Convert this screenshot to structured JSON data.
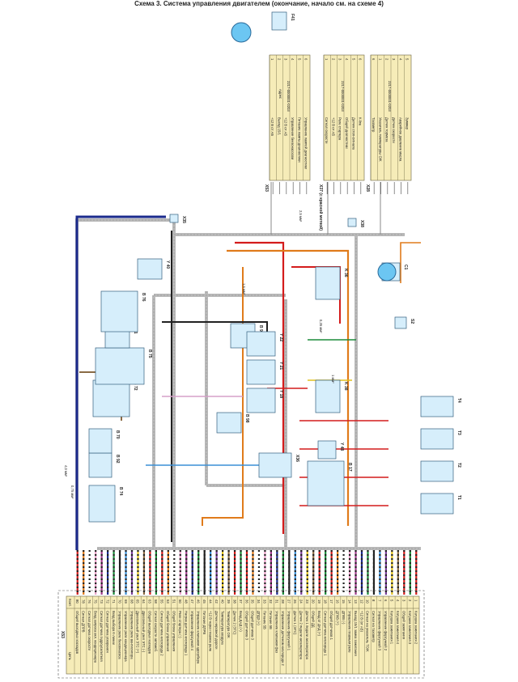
{
  "title": "Схема 3. Система управления двигателем (окончание, начало см. на схеме 4)",
  "ecu_connector": {
    "name": "X53",
    "header_circuit": "Цепь",
    "header_pin": "Конт.",
    "pins": [
      {
        "pin": "80",
        "label": "Общий выходных каскадов"
      },
      {
        "pin": "78",
        "label": "Сигнал ДПРВ"
      },
      {
        "pin": "76",
        "label": "Сигнал датчика скорости"
      },
      {
        "pin": "75",
        "label": "Вход запроса вкл. кондиционера"
      },
      {
        "pin": "73",
        "label": "Сигнал датчика гидроусилителя"
      },
      {
        "pin": "72",
        "label": "Сигнал датчика ускорения"
      },
      {
        "pin": "71",
        "label": "Вход выбора К-линии"
      },
      {
        "pin": "70",
        "label": "Управление реле бензонасоса"
      },
      {
        "pin": "69",
        "label": "Управление реле кондиционера"
      },
      {
        "pin": "68",
        "label": "Управление реле вентилятора"
      },
      {
        "pin": "65",
        "label": "Дроссельный узел ЭТС (+)"
      },
      {
        "pin": "64",
        "label": "Дроссельный узел ЭТС (-)"
      },
      {
        "pin": "63",
        "label": "Общий выходных каскадов"
      },
      {
        "pin": "58",
        "label": "Сигнал скорости автомоб."
      },
      {
        "pin": "55",
        "label": "Сигнал датчика кислорода 2"
      },
      {
        "pin": "53",
        "label": "Общий блока управления"
      },
      {
        "pin": "51",
        "label": "Общий блока управления"
      },
      {
        "pin": "50",
        "label": "Реле стартера (-)"
      },
      {
        "pin": "48",
        "label": "Нагрев датчика кислорода 1"
      },
      {
        "pin": "47",
        "label": "Управление форсункой 4"
      },
      {
        "pin": "46",
        "label": "Управление клапаном адсорбера"
      },
      {
        "pin": "45",
        "label": "Питание ДПРВ"
      },
      {
        "pin": "44",
        "label": "+12 В через главное реле"
      },
      {
        "pin": "42",
        "label": "Датчик неровной дороги"
      },
      {
        "pin": "40",
        "label": "Температура воздуха"
      },
      {
        "pin": "39",
        "label": "Температура ОЖ"
      },
      {
        "pin": "38",
        "label": "Датчик 2 (ЭТС)"
      },
      {
        "pin": "37",
        "label": "Вход ДАД (+)"
      },
      {
        "pin": "36",
        "label": "Общий датчиков 3"
      },
      {
        "pin": "35",
        "label": "Общий датчиков 3"
      },
      {
        "pin": "34",
        "label": "ДПДЗ (+)"
      },
      {
        "pin": "33",
        "label": "Питание 5В"
      },
      {
        "pin": "32",
        "label": "Питание 5В"
      },
      {
        "pin": "31",
        "label": "Управление клапаном фаз"
      },
      {
        "pin": "28",
        "label": "Управление датчиком кислорода 2"
      },
      {
        "pin": "27",
        "label": "Управление форсункой 1"
      },
      {
        "pin": "26",
        "label": "Датчик 1 (ЭТС)"
      },
      {
        "pin": "24",
        "label": "Датчик 2 педали акселератора"
      },
      {
        "pin": "23",
        "label": "Датчик 1 педали акселератора"
      },
      {
        "pin": "20",
        "label": "Общий ДД"
      },
      {
        "pin": "19",
        "label": "Вход от ДАД (+)"
      },
      {
        "pin": "18",
        "label": "Сигнал датчика кислорода 1"
      },
      {
        "pin": "17",
        "label": "Общий датчиков 1"
      },
      {
        "pin": "16",
        "label": "ДПКВ (+)"
      },
      {
        "pin": "15",
        "label": "ДПКВ (-)"
      },
      {
        "pin": "14",
        "label": "Управление главным реле"
      },
      {
        "pin": "13",
        "label": "Выход 15/1 замка зажигания"
      },
      {
        "pin": "12",
        "label": "+12 В (от АБ)"
      },
      {
        "pin": "10",
        "label": "Сигнал на указатель ТОЖ"
      },
      {
        "pin": "8",
        "label": "Сигнал на тахометр"
      },
      {
        "pin": "7",
        "label": "Управление форсункой 3"
      },
      {
        "pin": "6",
        "label": "Управление форсункой 2"
      },
      {
        "pin": "5",
        "label": "Катушка зажигания 1"
      },
      {
        "pin": "4",
        "label": "Катушка зажигания 4"
      },
      {
        "pin": "3",
        "label": "Общий зажигания"
      },
      {
        "pin": "2",
        "label": "Катушка зажигания 3"
      },
      {
        "pin": "1",
        "label": "Катушка зажигания 2"
      }
    ]
  },
  "right_connectors": [
    {
      "name": "X53",
      "header": "Адрес",
      "part": "2217-0000001-0203",
      "header_circuit": "Цепь",
      "header_pin": "Конт.",
      "rows": [
        {
          "pin": "1",
          "label": "+12 В от АБ"
        },
        {
          "pin": "2",
          "label": "Выход 15/1"
        },
        {
          "pin": "3",
          "label": "+12 В от АБ"
        },
        {
          "pin": "4",
          "label": "Управление бензонасосом"
        },
        {
          "pin": "5",
          "label": "Питание лампы диагностики"
        },
        {
          "pin": "6",
          "label": "Управление лампой диагностики"
        }
      ]
    },
    {
      "name": "X37 (с красной меткой)",
      "header": "",
      "part": "2217-0000001-0203",
      "rows": [
        {
          "pin": "1",
          "label": "Сигнал скорости"
        },
        {
          "pin": "2",
          "label": "+12 В от АБ"
        },
        {
          "pin": "3",
          "label": "Реле стартера"
        },
        {
          "pin": "4",
          "label": "Общий диагностики"
        },
        {
          "pin": "5",
          "label": "Датчик стоп-сигнала"
        },
        {
          "pin": "6",
          "label": "К-line"
        }
      ]
    },
    {
      "name": "X28",
      "header": "",
      "part": "2217-0000001-0203",
      "rows": [
        {
          "pin": "6",
          "label": "Тахометр"
        },
        {
          "pin": "1",
          "label": "Указатель температуры ОЖ"
        },
        {
          "pin": "2",
          "label": "Датчик тормоза"
        },
        {
          "pin": "3",
          "label": "Датчик скорости"
        },
        {
          "pin": "4",
          "label": "Аварийное давление масла"
        },
        {
          "pin": "5",
          "label": "Зуммер"
        }
      ]
    }
  ],
  "components": [
    "B 74",
    "B 92",
    "B 70",
    "B 72",
    "B 75",
    "B 91",
    "B 76",
    "Y 40",
    "B 98",
    "B 97",
    "Y 18",
    "Y 21",
    "Y 22",
    "K 36",
    "K 38",
    "Y 48",
    "B 17",
    "T1",
    "T2",
    "T3",
    "T4",
    "C1",
    "S2",
    "F41",
    "X36",
    "X35",
    "X38"
  ],
  "wire_labels": [
    "4,0 мм²",
    "0,75 мм²",
    "1,5 мм²",
    "2,5 мм²",
    "1 мм²",
    "0,35 мм²"
  ],
  "colors": {
    "table_fill": "#f6ecb8",
    "component_fill": "#d6eefb",
    "harness": "#b9b9b9"
  }
}
